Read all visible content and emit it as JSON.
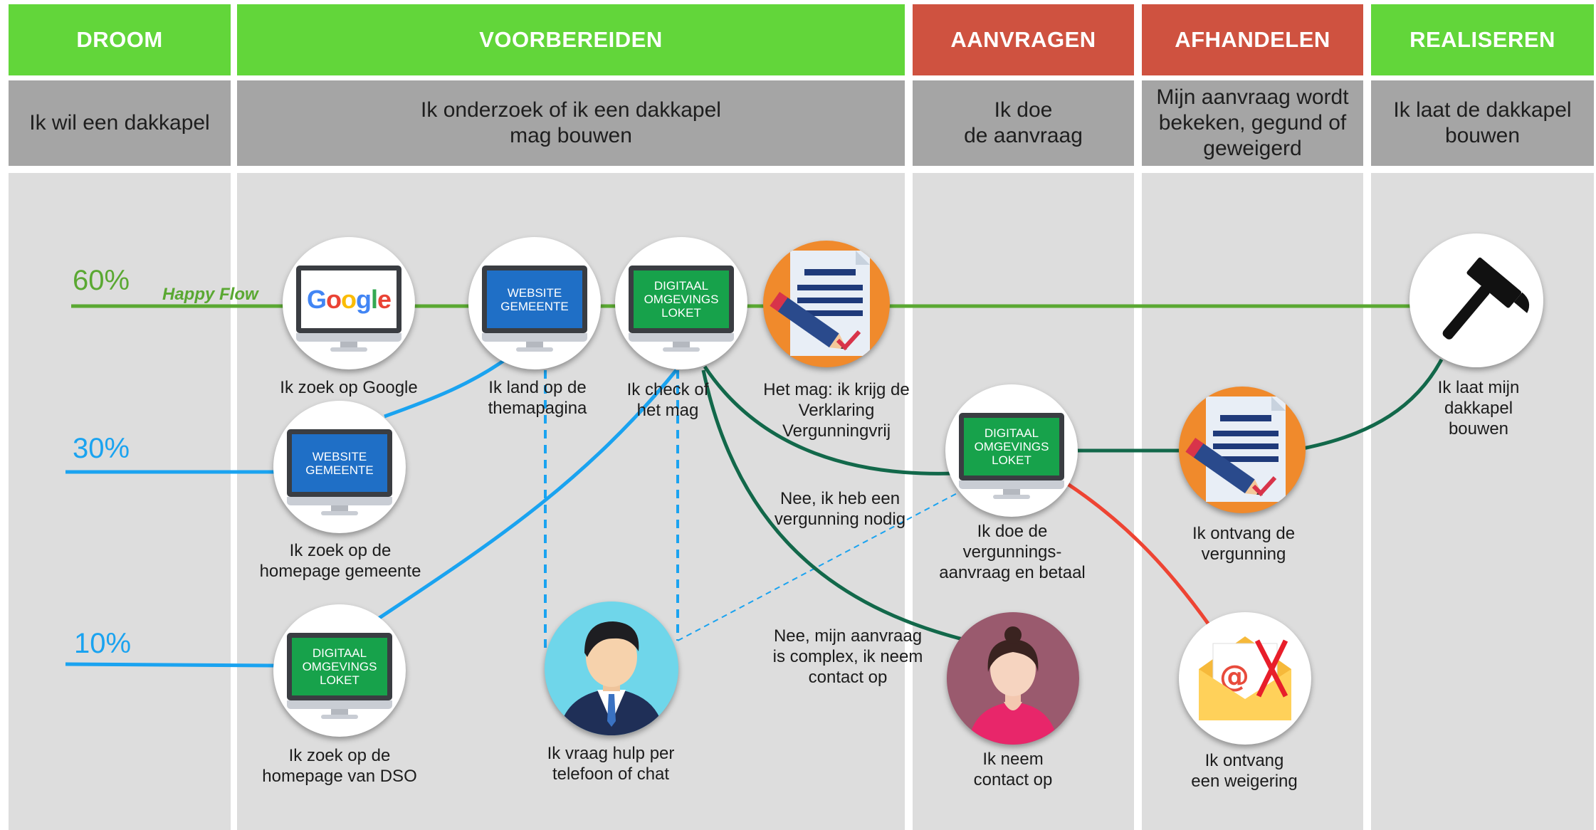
{
  "phases": [
    {
      "label": "DROOM",
      "color": "#62d63a"
    },
    {
      "label": "VOORBEREIDEN",
      "color": "#62d63a"
    },
    {
      "label": "AANVRAGEN",
      "color": "#cf5240"
    },
    {
      "label": "AFHANDELEN",
      "color": "#cf5240"
    },
    {
      "label": "REALISEREN",
      "color": "#62d63a"
    }
  ],
  "descriptions": [
    "Ik wil een dakkapel",
    "Ik onderzoek of ik een dakkapel\nmag bouwen",
    "Ik doe\nde aanvraag",
    "Mijn aanvraag wordt\nbekeken, gegund of\ngeweigerd",
    "Ik laat de dakkapel\nbouwen"
  ],
  "percentages": {
    "p60": "60%",
    "p30": "30%",
    "p10": "10%"
  },
  "happy_flow": "Happy Flow",
  "screens": {
    "google": "Google",
    "website_gemeente": "WEBSITE\nGEMEENTE",
    "dso_loket": "DIGITAAL\nOMGEVINGS\nLOKET"
  },
  "step_labels": {
    "google": "Ik zoek op Google",
    "themapagina": "Ik land op de\nthemapagina",
    "check": "Ik check of\nhet mag",
    "verklaring": "Het mag: ik krijg de\nVerklaring\nVergunningvrij",
    "homepage_gemeente": "Ik zoek op de\nhomepage gemeente",
    "homepage_dso": "Ik zoek op de\nhomepage van DSO",
    "hulp": "Ik vraag hulp per\ntelefoon of chat",
    "aanvraag": "Ik doe de\nvergunnings-\naanvraag en betaal",
    "ontvang_vergunning": "Ik ontvang de\nvergunning",
    "contact": "Ik neem\ncontact op",
    "weigering": "Ik ontvang\neen weigering",
    "bouwen": "Ik laat mijn\ndakkapel\nbouwen"
  },
  "branch_labels": {
    "vergunning_nodig": "Nee, ik heb een\nvergunning nodig",
    "complex": "Nee, mijn aanvraag\nis complex, ik neem\ncontact op"
  },
  "colors": {
    "phase_green": "#62d63a",
    "phase_red": "#cf5240",
    "description_grey": "#a5a5a5",
    "lane_grey": "#dddddd",
    "happy_flow_green": "#5aa832",
    "alt_blue": "#1aa3f0",
    "permit_dark_green": "#12684a",
    "refusal_red": "#ee4433",
    "loket_green": "#17a24b",
    "website_blue": "#1f6fc6",
    "document_orange": "#f08a2c"
  },
  "icons": [
    "google-monitor-icon",
    "website-monitor-icon",
    "dso-monitor-icon",
    "document-pencil-icon",
    "hammer-icon",
    "man-avatar-icon",
    "woman-avatar-icon",
    "refused-mail-icon"
  ]
}
